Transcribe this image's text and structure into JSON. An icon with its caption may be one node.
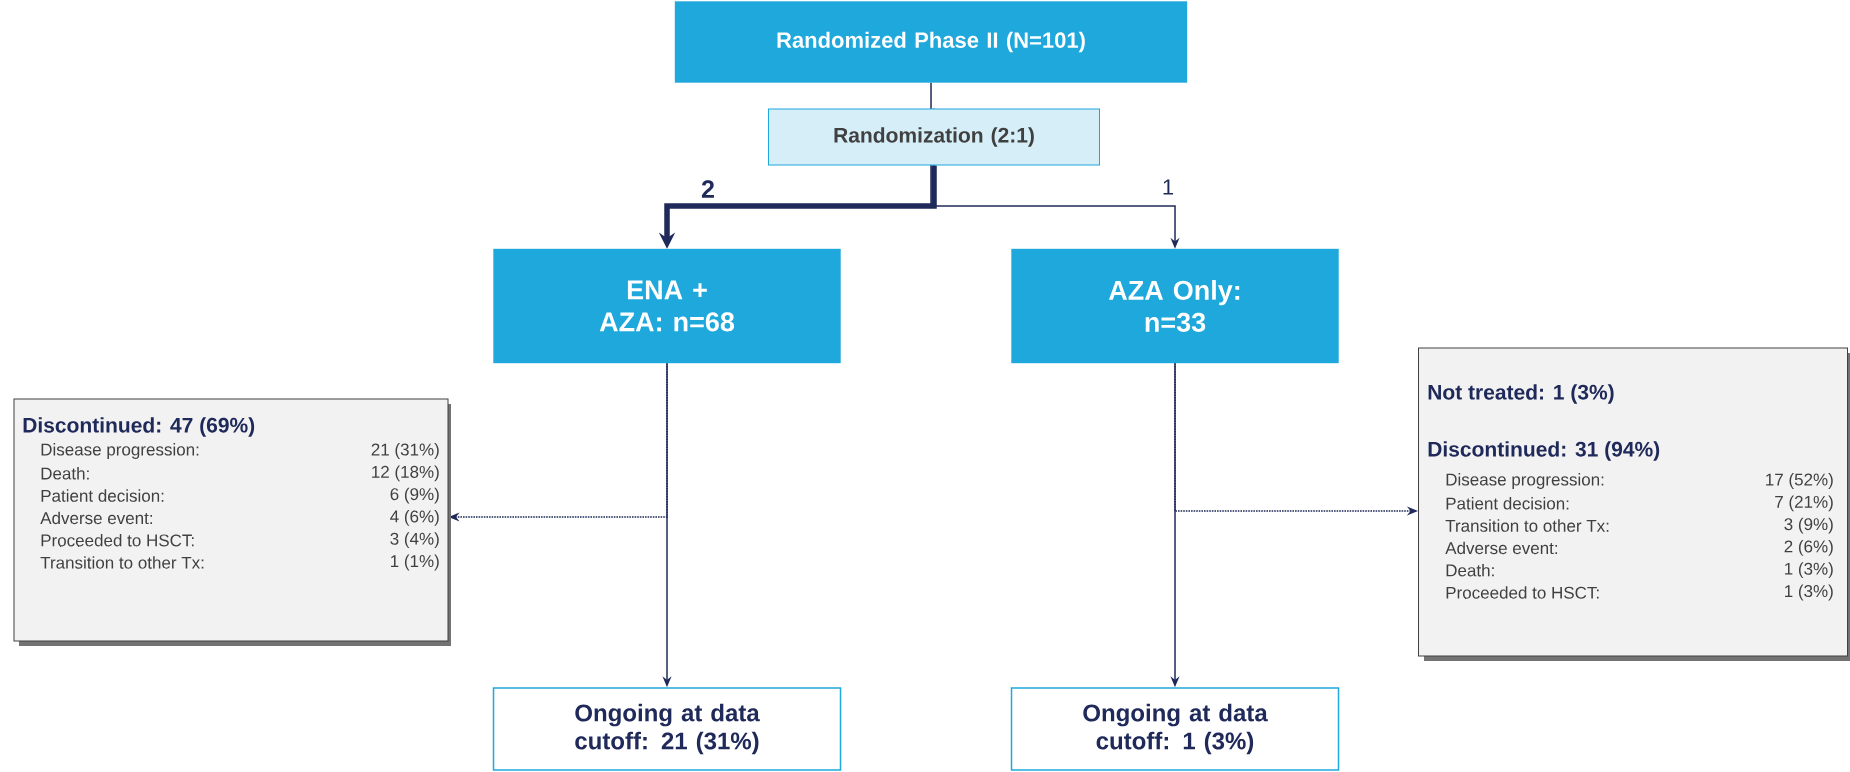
{
  "diagram": {
    "nodes": [
      {
        "text": [
          "Randomized Phase II (N=101)"
        ]
      },
      {
        "text": [
          "Randomization (2:1)"
        ]
      },
      {
        "text": [
          "ENA + AZA: n=68"
        ]
      },
      {
        "text": [
          "AZA Only: n=33"
        ]
      },
      {
        "text": [
          "Discontinued: 47 (69%)",
          "Disease progression:",
          "21 (31%)",
          "Death:",
          "12 (18%)",
          "Patient decision:",
          "6 (9%)",
          "Adverse event:",
          "4 (6%)",
          "Proceeded to HSCT:",
          "3 (4%)",
          "Transition to other Tx:",
          "1 (1%)"
        ]
      },
      {
        "text": [
          "Not treated: 1 (3%)",
          "Discontinued: 31 (94%)",
          "Disease progression:",
          "17 (52%)",
          "Patient decision:",
          "7 (21%)",
          "Transition to other Tx:",
          "3 (9%)",
          "Adverse event:",
          "2 (6%)",
          "Death:",
          "1 (3%)",
          "Proceeded to HSCT:",
          "1 (3%)"
        ]
      },
      {
        "text": [
          "Ongoing at data cutoff: 21 (31%)"
        ]
      },
      {
        "text": [
          "Ongoing at data cutoff: 1 (3%)"
        ]
      }
    ],
    "edges": [
      {
        "from": 0,
        "to": 1,
        "arrow": "none"
      },
      {
        "from": 1,
        "to": 2,
        "arrow": "to",
        "label": "2",
        "style": "thick"
      },
      {
        "from": 1,
        "to": 3,
        "arrow": "to",
        "label": "1"
      },
      {
        "from": 2,
        "to": 4,
        "arrow": "to",
        "style": "dashed"
      },
      {
        "from": 3,
        "to": 5,
        "arrow": "to",
        "style": "dashed"
      },
      {
        "from": 2,
        "to": 6,
        "arrow": "to"
      },
      {
        "from": 3,
        "to": 7,
        "arrow": "to"
      }
    ]
  }
}
